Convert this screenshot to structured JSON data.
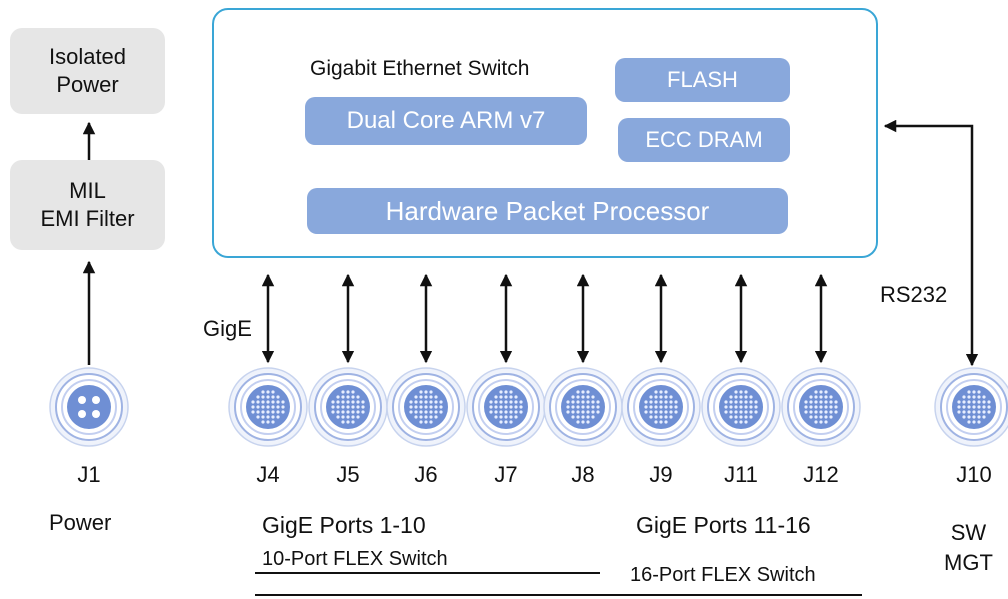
{
  "power_chain": {
    "isolated_power": "Isolated\nPower",
    "emi_filter": "MIL\nEMI Filter"
  },
  "switch_block": {
    "title": "Gigabit Ethernet Switch",
    "cpu": "Dual Core ARM v7",
    "flash": "FLASH",
    "dram": "ECC DRAM",
    "packet_processor": "Hardware Packet Processor"
  },
  "link_labels": {
    "gige": "GigE",
    "rs232": "RS232"
  },
  "connectors": [
    {
      "id": "J1"
    },
    {
      "id": "J4"
    },
    {
      "id": "J5"
    },
    {
      "id": "J6"
    },
    {
      "id": "J7"
    },
    {
      "id": "J8"
    },
    {
      "id": "J9"
    },
    {
      "id": "J11"
    },
    {
      "id": "J12"
    },
    {
      "id": "J10"
    }
  ],
  "captions": {
    "power": "Power",
    "ports_1_10": "GigE Ports 1-10",
    "flex10": "10-Port FLEX Switch",
    "ports_11_16": "GigE Ports 11-16",
    "flex16": "16-Port FLEX Switch",
    "sw_mgt": "SW\nMGT"
  },
  "colors": {
    "chip_fill": "#89a8dc",
    "box_border": "#3aa6d6",
    "gray_box": "#e6e6e6",
    "connector": "#6f8fd4"
  }
}
